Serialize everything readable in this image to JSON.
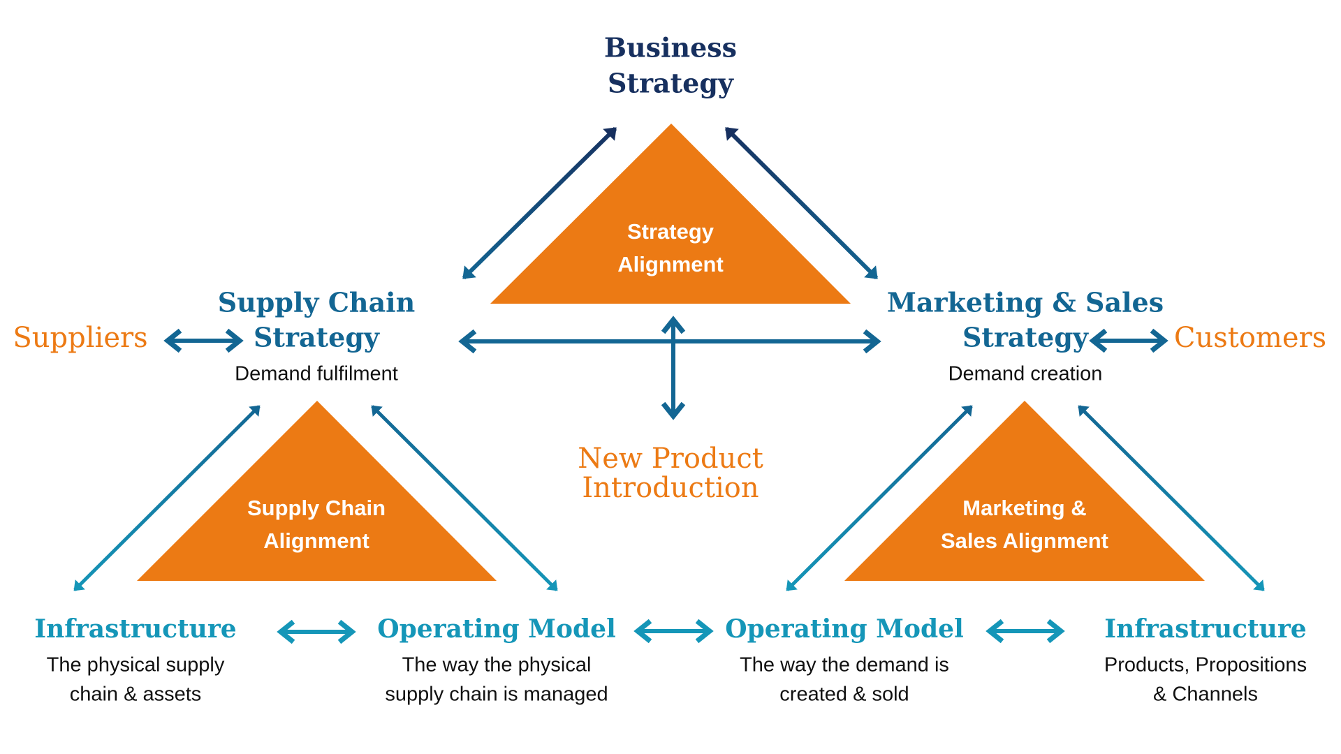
{
  "colors": {
    "navy": "#17305f",
    "strategy_blue": "#136693",
    "teal": "#1596b8",
    "orange": "#ec7a14",
    "text_dark": "#111111",
    "white": "#ffffff"
  },
  "top": {
    "title_line1": "Business",
    "title_line2": "Strategy"
  },
  "triangles": {
    "strategy": {
      "line1": "Strategy",
      "line2": "Alignment"
    },
    "supply_chain": {
      "line1": "Supply Chain",
      "line2": "Alignment"
    },
    "marketing_sales": {
      "line1": "Marketing &",
      "line2": "Sales Alignment"
    }
  },
  "supply_chain_strategy": {
    "title_line1": "Supply Chain",
    "title_line2": "Strategy",
    "subtitle": "Demand fulfilment"
  },
  "marketing_sales_strategy": {
    "title_line1": "Marketing & Sales",
    "title_line2": "Strategy",
    "subtitle": "Demand creation"
  },
  "external": {
    "suppliers": "Suppliers",
    "customers": "Customers"
  },
  "center": {
    "npi_line1": "New Product",
    "npi_line2": "Introduction"
  },
  "bottom": [
    {
      "title": "Infrastructure",
      "desc_line1": "The physical supply",
      "desc_line2": "chain & assets"
    },
    {
      "title": "Operating Model",
      "desc_line1": "The way the physical",
      "desc_line2": "supply chain is managed"
    },
    {
      "title": "Operating Model",
      "desc_line1": "The way the demand is",
      "desc_line2": "created & sold"
    },
    {
      "title": "Infrastructure",
      "desc_line1": "Products, Propositions",
      "desc_line2": "& Channels"
    }
  ]
}
